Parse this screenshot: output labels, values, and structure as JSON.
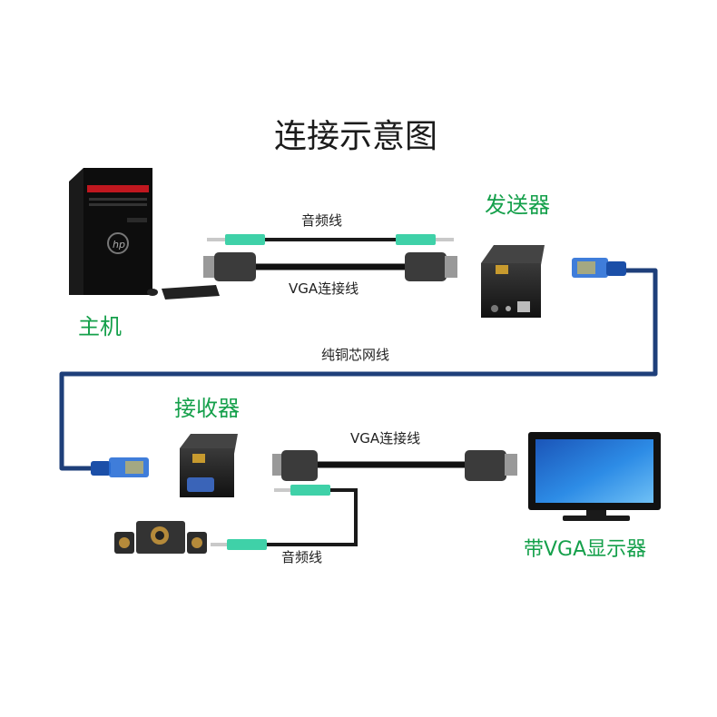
{
  "diagram": {
    "title": "连接示意图",
    "devices": {
      "host": "主机",
      "transmitter": "发送器",
      "receiver": "接收器",
      "monitor": "带VGA显示器"
    },
    "cables": {
      "audio_top": "音频线",
      "vga_top": "VGA连接线",
      "network": "纯铜芯网线",
      "vga_bottom": "VGA连接线",
      "audio_bottom": "音频线"
    },
    "pc_brand": "hp",
    "colors": {
      "label_green": "#15a04b",
      "network_cable": "#1e3f7a",
      "rj45_blue": "#2a6fd6",
      "audio_jack_green": "#3fd1a8",
      "screen_blue": "#1f78d6"
    }
  }
}
